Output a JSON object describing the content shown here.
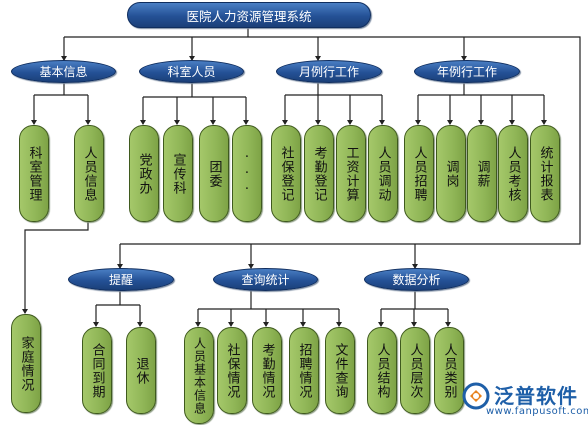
{
  "title": "医院人力资源管理系统",
  "row1": {
    "basic": {
      "label": "基本信息",
      "items": [
        "科室管理",
        "人员信息"
      ]
    },
    "dept": {
      "label": "科室人员",
      "items": [
        "党政办",
        "宣传科",
        "团委",
        "···"
      ]
    },
    "monthly": {
      "label": "月例行工作",
      "items": [
        "社保登记",
        "考勤登记",
        "工资计算",
        "人员调动"
      ]
    },
    "yearly": {
      "label": "年例行工作",
      "items": [
        "人员招聘",
        "调岗",
        "调薪",
        "人员考核",
        "统计报表"
      ]
    }
  },
  "row2": {
    "family": "家庭情况",
    "remind": {
      "label": "提醒",
      "items": [
        "合同到期",
        "退休"
      ]
    },
    "query": {
      "label": "查询统计",
      "items": [
        "人员基本信息",
        "社保情况",
        "考勤情况",
        "招聘情况",
        "文件查询"
      ]
    },
    "analysis": {
      "label": "数据分析",
      "items": [
        "人员结构",
        "人员层次",
        "人员类别"
      ]
    }
  },
  "logo": {
    "name": "泛普软件",
    "url": "www.fanpusoft.com"
  }
}
